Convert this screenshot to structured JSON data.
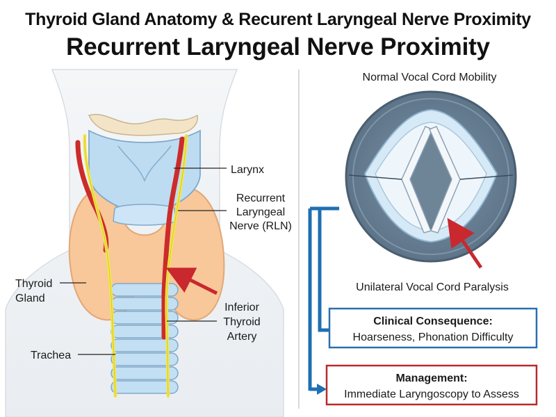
{
  "title_line1": "Thyroid Gland Anatomy & Recurent Laryngeal Nerve Proximity",
  "title_line2": "Recurrent Laryngeal Nerve Proximity",
  "left_panel": {
    "labels": {
      "larynx": "Larynx",
      "rln_line1": "Recurrent",
      "rln_line2": "Laryngeal",
      "rln_line3": "Nerve (RLN)",
      "thyroid_line1": "Thyroid",
      "thyroid_line2": "Gland",
      "trachea": "Trachea",
      "ita_line1": "Inferior",
      "ita_line2": "Thyroid",
      "ita_line3": "Artery"
    }
  },
  "right_panel": {
    "normal_label": "Normal Vocal Cord Mobility",
    "paralysis_label": "Unilateral Vocal Cord Paralysis",
    "consequence_box": {
      "heading": "Clinical Consequence:",
      "text": "Hoarseness, Phonation Difficulty"
    },
    "management_box": {
      "heading": "Management:",
      "text": "Immediate Laryngoscopy to Assess"
    }
  },
  "colors": {
    "thyroid": "#f8c79a",
    "larynx": "#bddcf2",
    "nerve": "#f2e84a",
    "artery": "#cc2b2b",
    "flow_blue": "#1f6fb2",
    "consequence_border": "#2a6fb0",
    "management_border": "#b82a2a"
  }
}
